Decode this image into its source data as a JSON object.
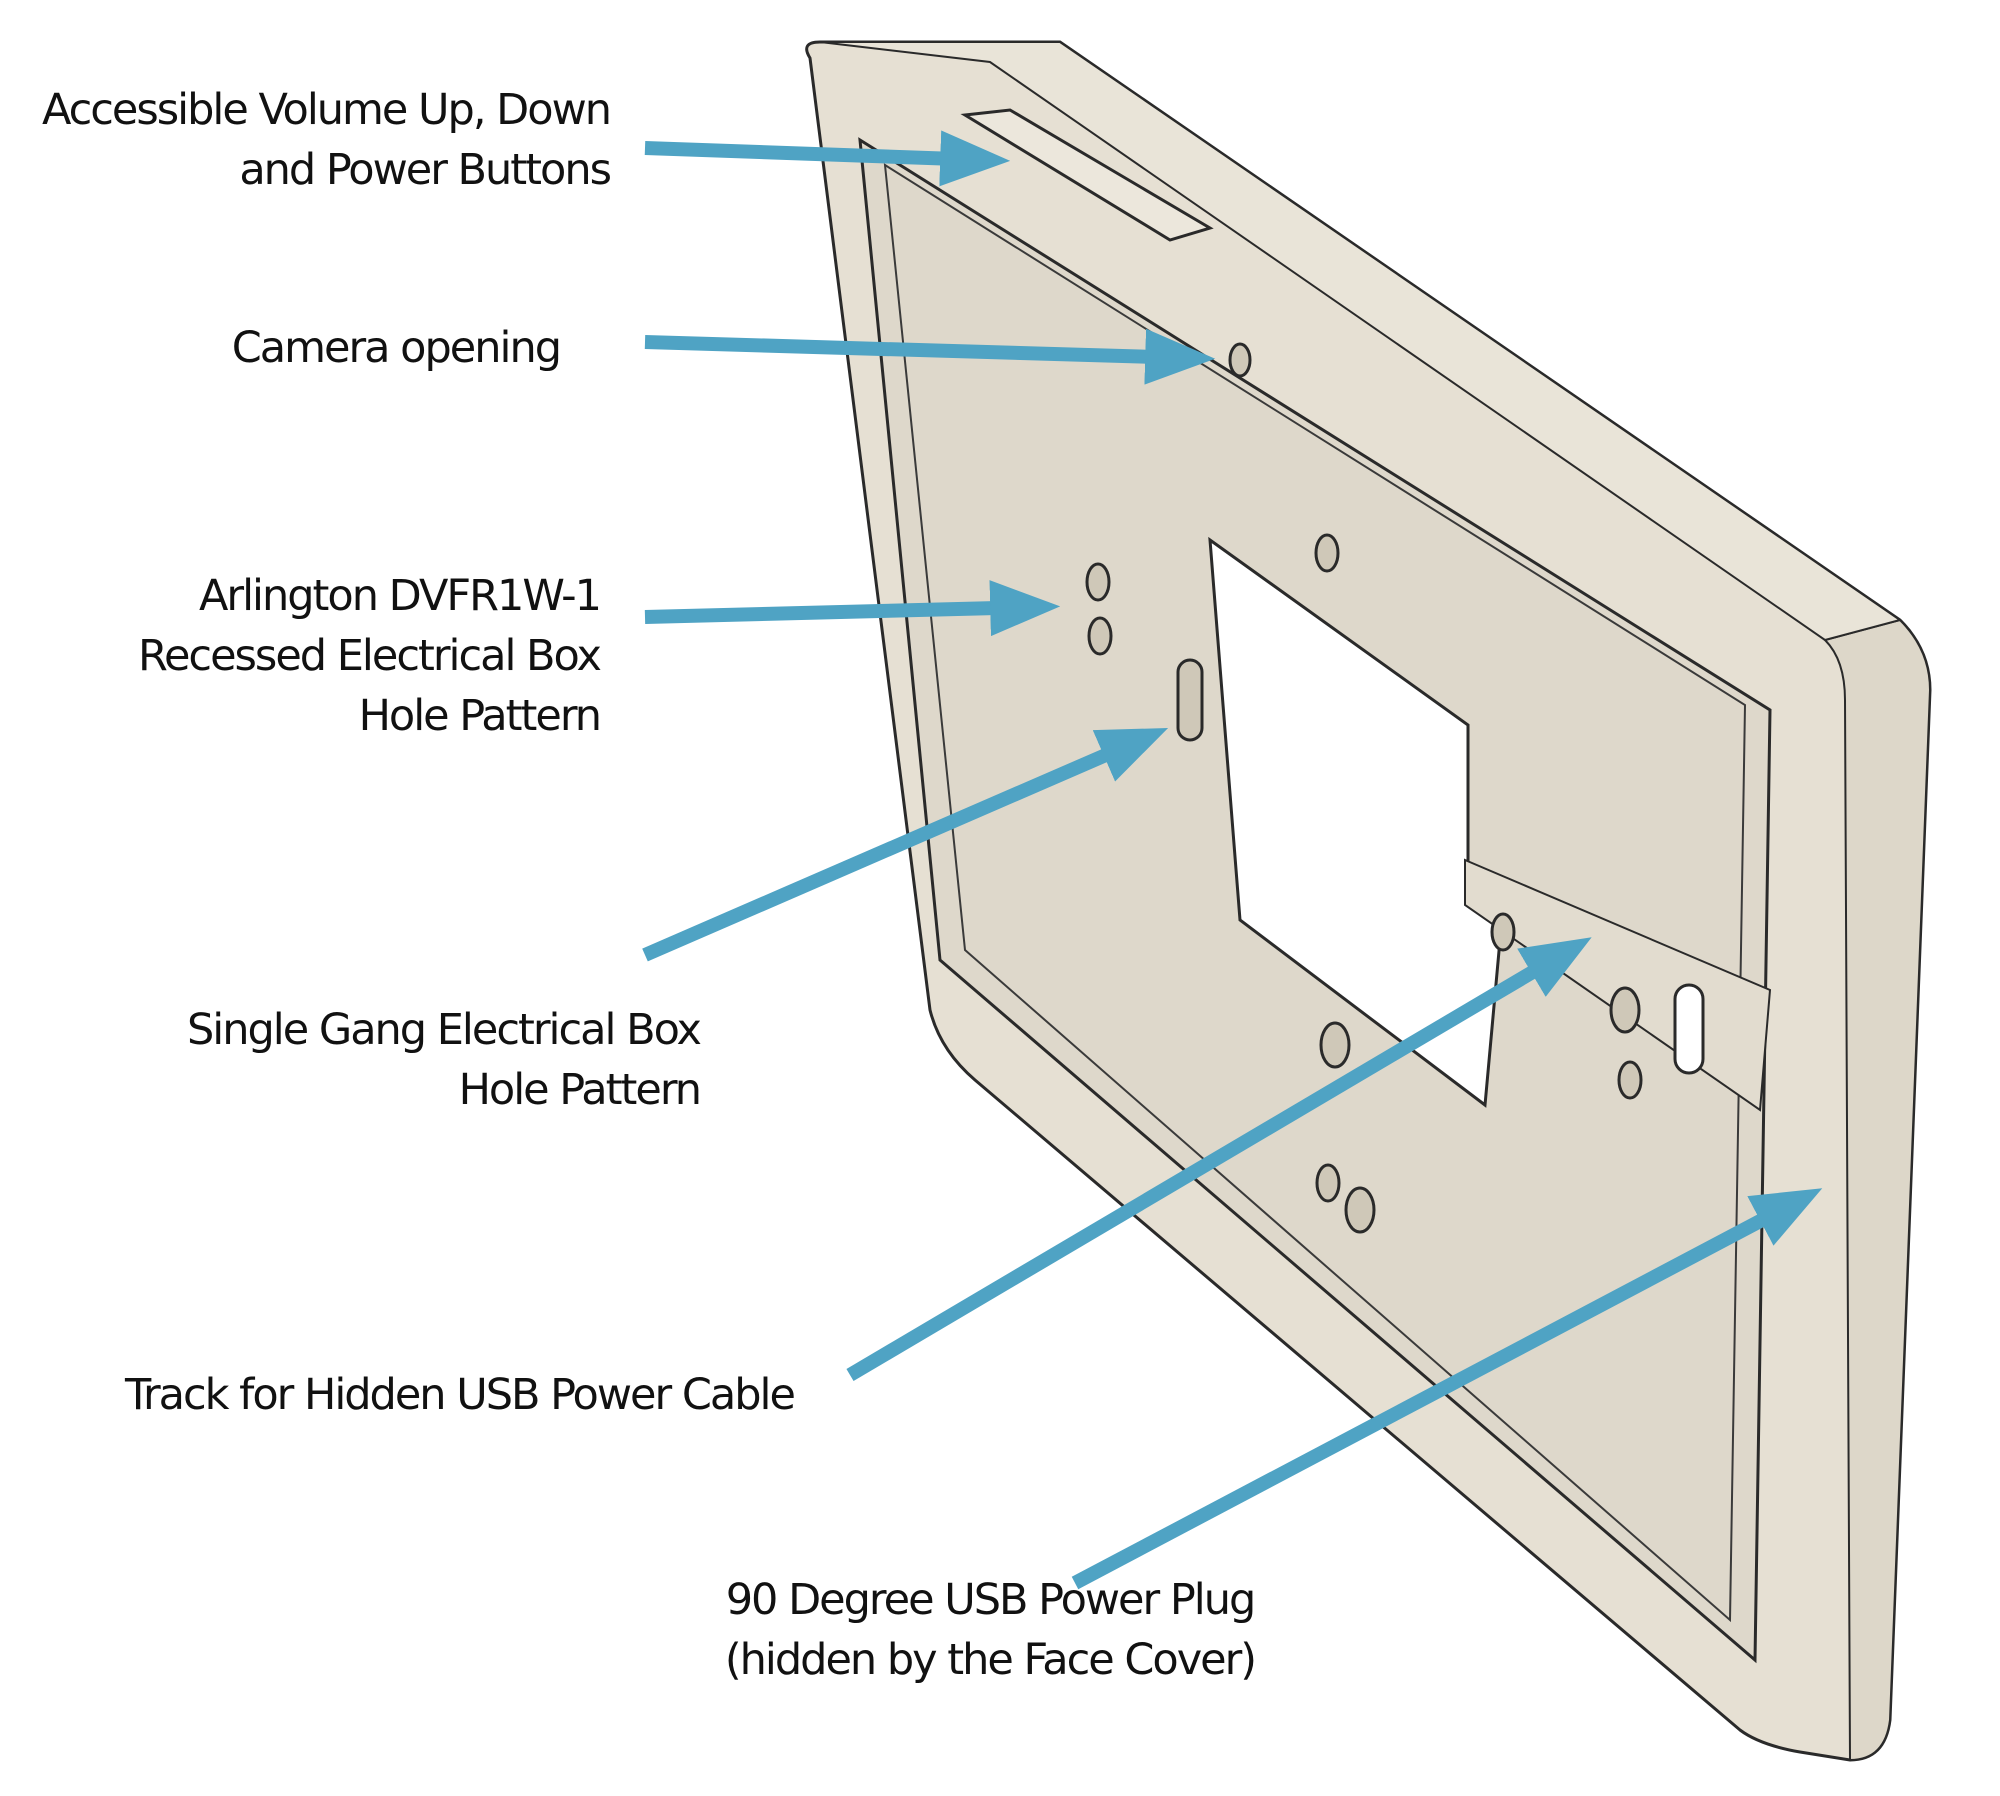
{
  "colors": {
    "arrow": "#4fa3c4",
    "mount_face": "#e6e0d3",
    "mount_edge": "#ddd7c9",
    "outline": "#2a2a2a",
    "text": "#111111"
  },
  "callouts": {
    "buttons": {
      "line1": "Accessible Volume Up, Down",
      "line2": "and Power Buttons"
    },
    "camera": {
      "line1": "Camera opening"
    },
    "arlington": {
      "line1": "Arlington DVFR1W-1",
      "line2": "Recessed Electrical Box",
      "line3": "Hole Pattern"
    },
    "single_gang": {
      "line1": "Single Gang Electrical Box",
      "line2": "Hole Pattern"
    },
    "usb_track": {
      "line1": "Track for  Hidden USB Power Cable"
    },
    "usb_plug": {
      "line1": "90 Degree USB Power Plug",
      "line2": "(hidden by the Face Cover)"
    }
  }
}
